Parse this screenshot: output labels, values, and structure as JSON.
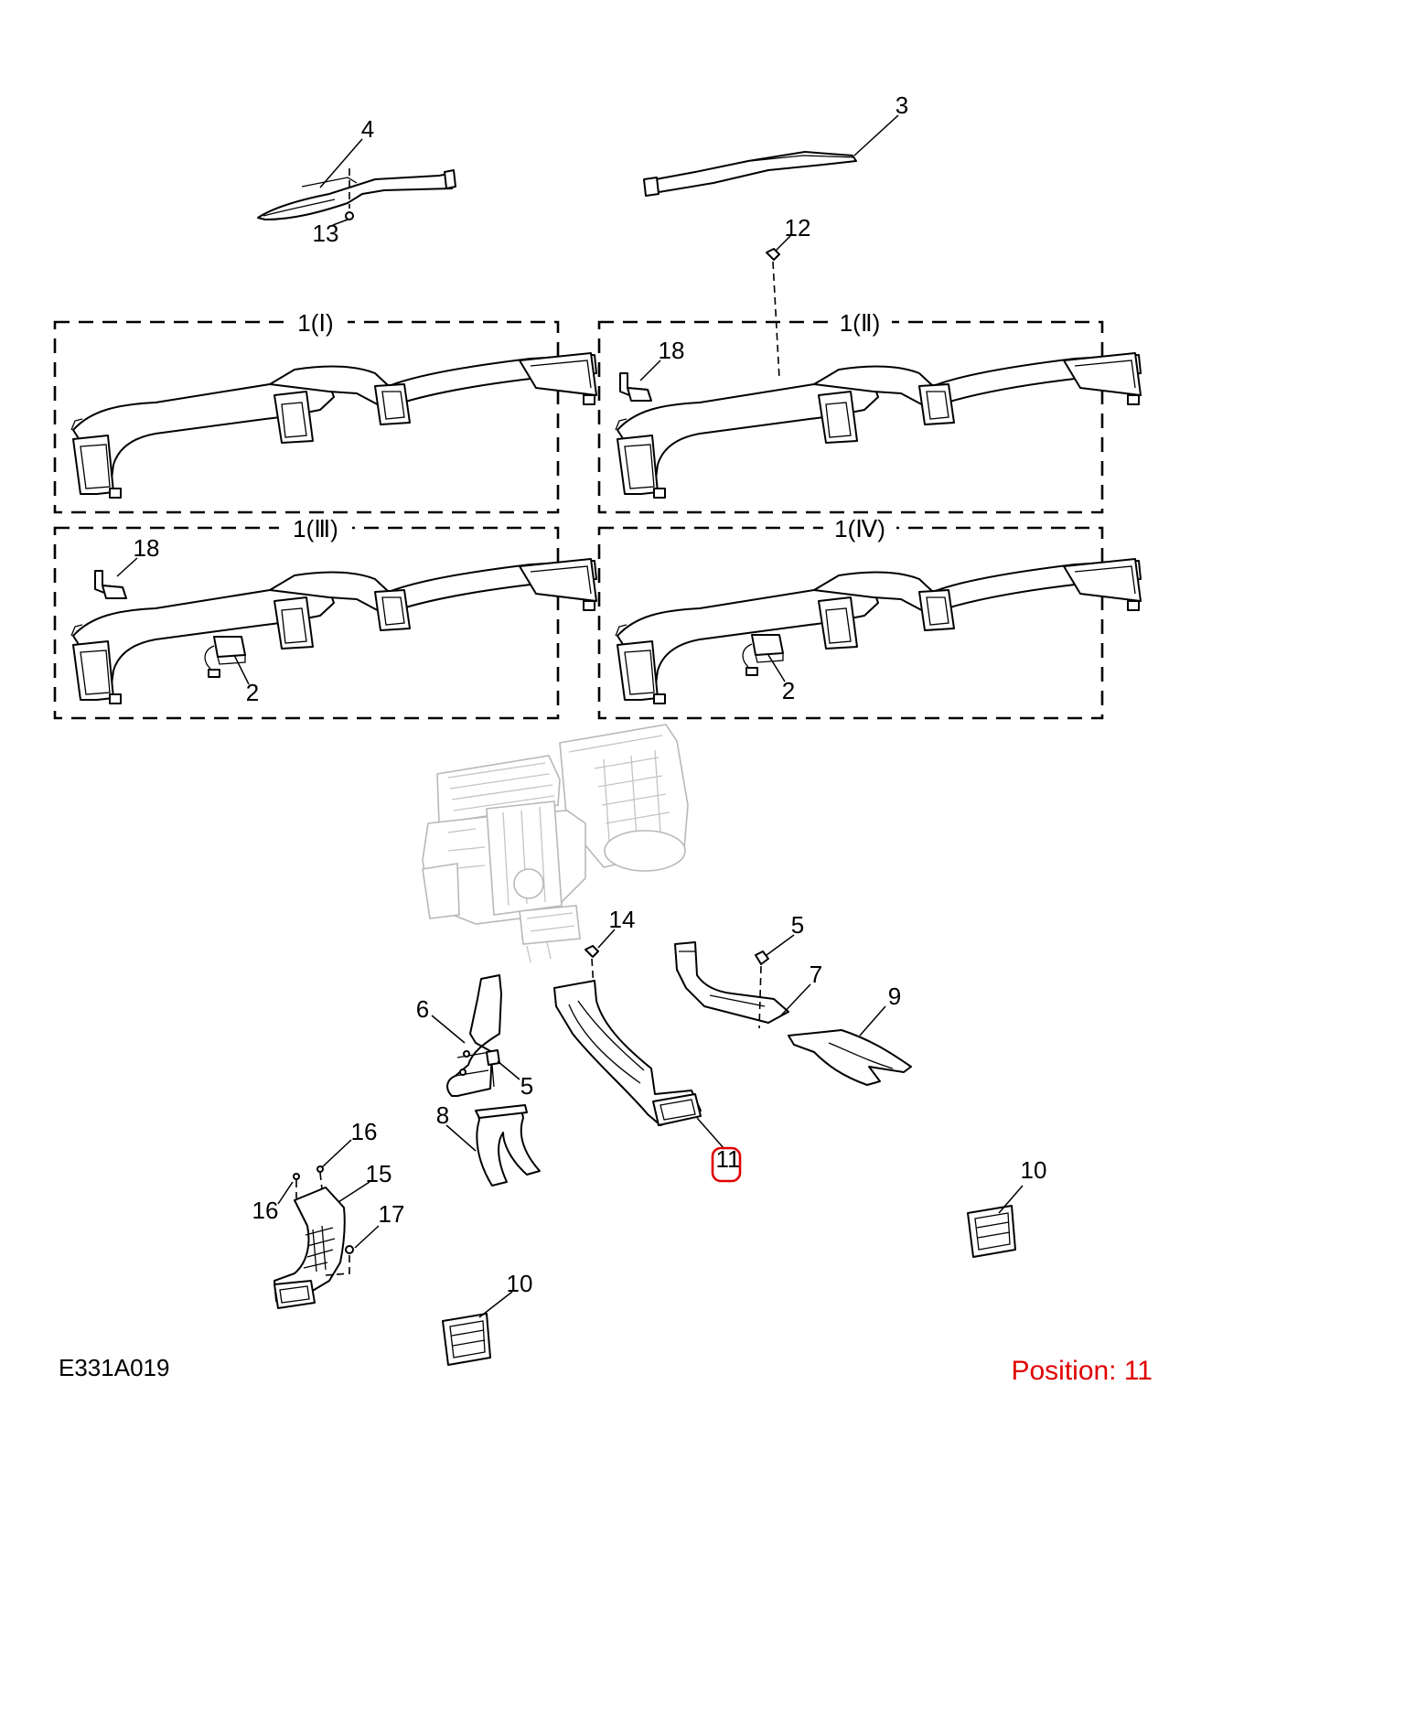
{
  "diagram_code": "E331A019",
  "position_text": "Position: 11",
  "highlight_color": "#e00000",
  "boxes": [
    {
      "id": "I",
      "title": "1(Ⅰ)"
    },
    {
      "id": "II",
      "title": "1(Ⅱ)"
    },
    {
      "id": "III",
      "title": "1(Ⅲ)"
    },
    {
      "id": "IV",
      "title": "1(Ⅳ)"
    }
  ],
  "callouts": {
    "c2a": "2",
    "c2b": "2",
    "c3": "3",
    "c4": "4",
    "c5a": "5",
    "c5b": "5",
    "c6": "6",
    "c7": "7",
    "c8": "8",
    "c9": "9",
    "c10a": "10",
    "c10b": "10",
    "c11": "11",
    "c12": "12",
    "c13": "13",
    "c14": "14",
    "c15": "15",
    "c16a": "16",
    "c16b": "16",
    "c17": "17",
    "c18a": "18",
    "c18b": "18"
  }
}
